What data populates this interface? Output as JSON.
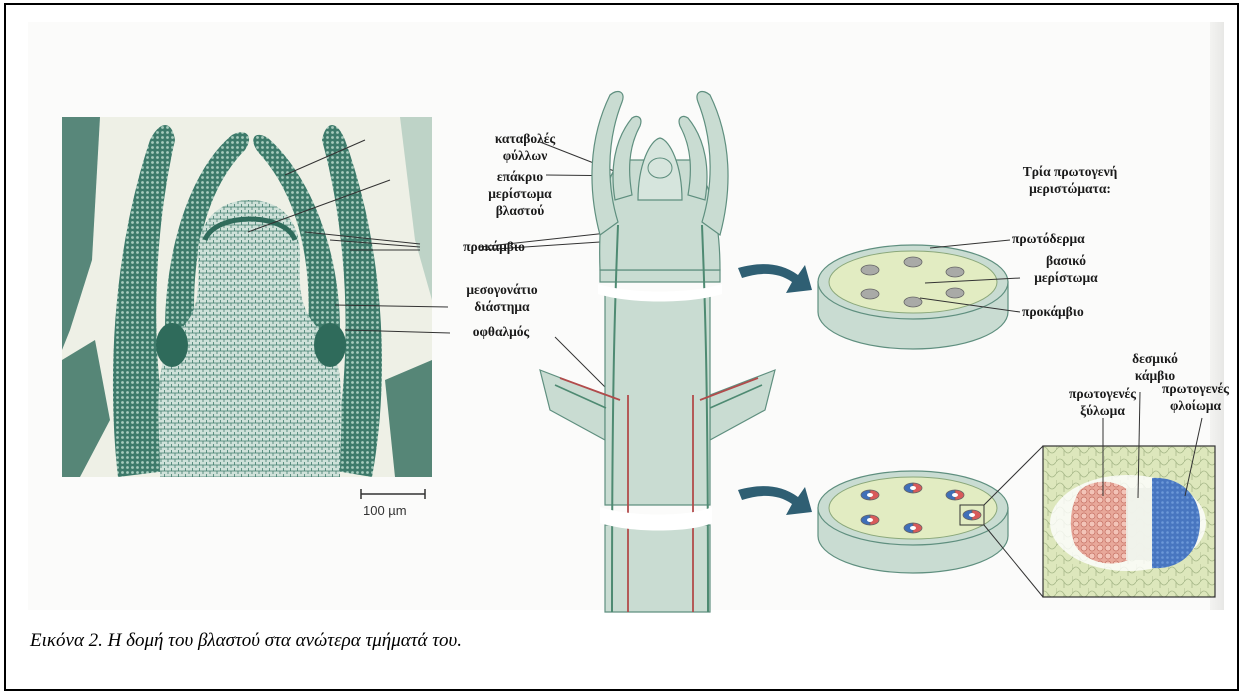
{
  "caption": "Εικόνα 2. Η δομή του βλαστού στα ανώτερα τμήματά του.",
  "micrograph": {
    "scale_bar": "100 µm"
  },
  "labels": {
    "leaf_primordia_1": "καταβολές",
    "leaf_primordia_2": "φύλλων",
    "apical_meristem_1": "επάκριο",
    "apical_meristem_2": "μερίστωμα",
    "apical_meristem_3": "βλαστού",
    "procambium": "προκάμβιο",
    "internode_1": "μεσογονάτιο",
    "internode_2": "διάστημα",
    "bud": "οφθαλμός"
  },
  "meristems": {
    "title_1": "Τρία πρωτογενή",
    "title_2": "μεριστώματα:",
    "protoderm": "πρωτόδερμα",
    "ground_1": "βασικό",
    "ground_2": "μερίστωμα",
    "procambium": "προκάμβιο"
  },
  "bundle": {
    "cambium_1": "δεσμικό",
    "cambium_2": "κάμβιο",
    "xylem_1": "πρωτογενές",
    "xylem_2": "ξύλωμα",
    "phloem_1": "πρωτογενές",
    "phloem_2": "φλοίωμα"
  },
  "colors": {
    "micrograph_tissue": "#2f6e5e",
    "stem_fill": "#c9dcd2",
    "ground_meristem": "#dfe9b8",
    "arrow": "#2f5f73",
    "xylem": "#e3988b",
    "phloem": "#4876c0"
  }
}
